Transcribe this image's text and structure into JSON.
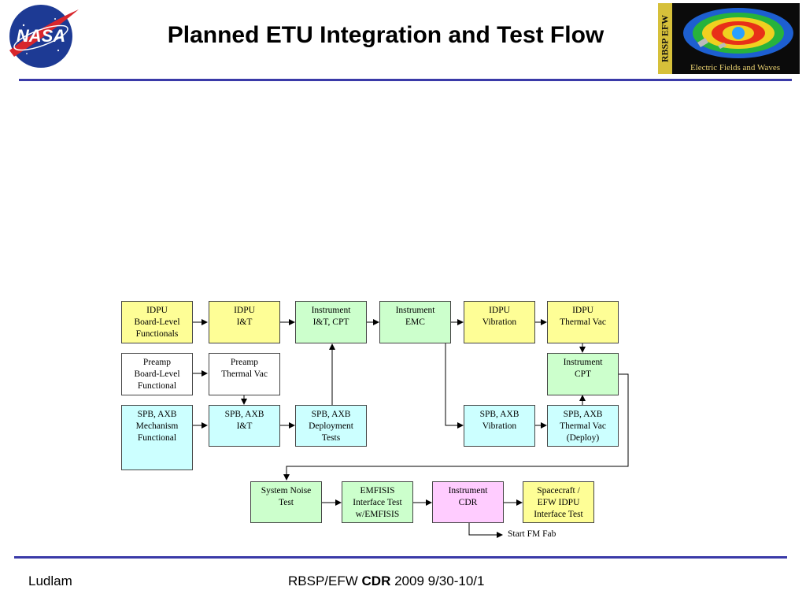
{
  "header": {
    "title": "Planned ETU Integration and Test Flow",
    "nasa_logo_text": "NASA",
    "efw_logo_side_text": "RBSP EFW",
    "efw_logo_caption": "Electric Fields and Waves"
  },
  "diagram": {
    "boxes": {
      "idpu_board_level_functionals": "IDPU\nBoard-Level\nFunctionals",
      "idpu_it": "IDPU\nI&T",
      "instrument_it_cpt": "Instrument\nI&T, CPT",
      "instrument_emc": "Instrument\nEMC",
      "idpu_vibration": "IDPU\nVibration",
      "idpu_thermal_vac": "IDPU\nThermal Vac",
      "preamp_board_level_functional": "Preamp\nBoard-Level\nFunctional",
      "preamp_thermal_vac": "Preamp\nThermal Vac",
      "instrument_cpt": "Instrument\nCPT",
      "spb_axb_mechanism_functional": "SPB, AXB\nMechanism\nFunctional",
      "spb_axb_it": "SPB, AXB\nI&T",
      "spb_axb_deployment_tests": "SPB, AXB\nDeployment\nTests",
      "spb_axb_vibration": "SPB, AXB\nVibration",
      "spb_axb_thermal_vac_deploy": "SPB, AXB\nThermal Vac\n(Deploy)",
      "system_noise_test": "System Noise\nTest",
      "emfisis_interface_test": "EMFISIS\nInterface Test\nw/EMFISIS",
      "instrument_cdr": "Instrument\nCDR",
      "spacecraft_efw_idpu_interface_test": "Spacecraft /\nEFW IDPU\nInterface Test"
    },
    "start_fm_fab": "Start FM Fab"
  },
  "footer": {
    "author": "Ludlam",
    "center_prefix": "RBSP/EFW ",
    "center_bold": "CDR",
    "center_suffix": " 2009 9/30-10/1"
  },
  "colors": {
    "yellow": "#fefe96",
    "green": "#ccffcc",
    "cyan": "#ccffff",
    "pink": "#ffccff",
    "rule": "#3a3aa8"
  }
}
